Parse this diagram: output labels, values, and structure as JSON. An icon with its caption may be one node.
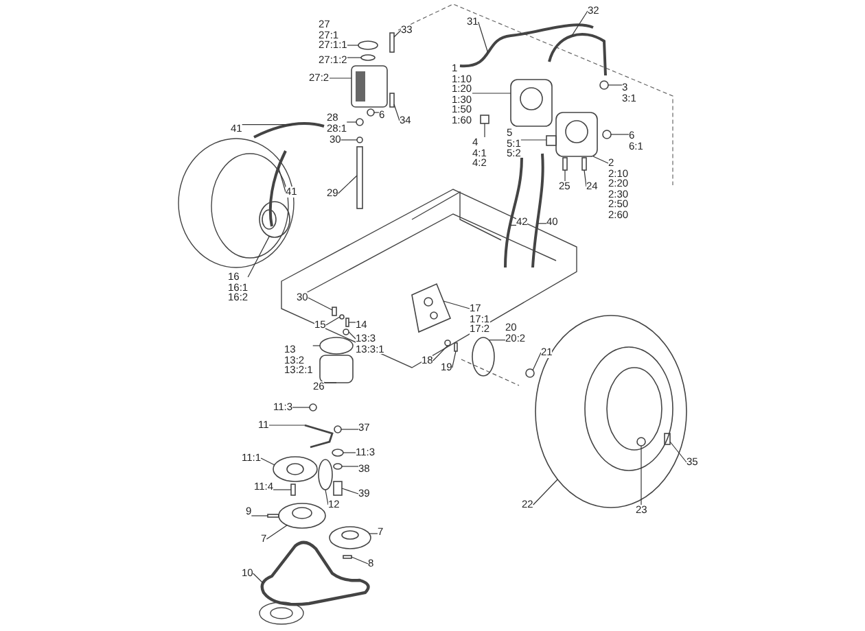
{
  "diagram": {
    "nodes": [
      {
        "text": [
          "27",
          "27:1",
          "27:1:1"
        ]
      },
      {
        "text": [
          "27:1:2"
        ]
      },
      {
        "text": [
          "27:2"
        ]
      },
      {
        "text": [
          "33"
        ]
      },
      {
        "text": [
          "6"
        ]
      },
      {
        "text": [
          "34"
        ]
      },
      {
        "text": [
          "28",
          "28:1"
        ]
      },
      {
        "text": [
          "30"
        ]
      },
      {
        "text": [
          "29"
        ]
      },
      {
        "text": [
          "41"
        ]
      },
      {
        "text": [
          "41"
        ]
      },
      {
        "text": [
          "31"
        ]
      },
      {
        "text": [
          "32"
        ]
      },
      {
        "text": [
          "1",
          "1:10",
          "1:20",
          "1:30",
          "1:50",
          "1:60"
        ]
      },
      {
        "text": [
          "4",
          "4:1",
          "4:2"
        ]
      },
      {
        "text": [
          "5",
          "5:1",
          "5:2"
        ]
      },
      {
        "text": [
          "3",
          "3:1"
        ]
      },
      {
        "text": [
          "6",
          "6:1"
        ]
      },
      {
        "text": [
          "2",
          "2:10",
          "2:20",
          "2:30",
          "2:50",
          "2:60"
        ]
      },
      {
        "text": [
          "25"
        ]
      },
      {
        "text": [
          "24"
        ]
      },
      {
        "text": [
          "42"
        ]
      },
      {
        "text": [
          "40"
        ]
      },
      {
        "text": [
          "16",
          "16:1",
          "16:2"
        ]
      },
      {
        "text": [
          "30"
        ]
      },
      {
        "text": [
          "15"
        ]
      },
      {
        "text": [
          "14"
        ]
      },
      {
        "text": [
          "13:3",
          "13:3:1"
        ]
      },
      {
        "text": [
          "13",
          "13:2",
          "13:2:1"
        ]
      },
      {
        "text": [
          "26"
        ]
      },
      {
        "text": [
          "17",
          "17:1",
          "17:2"
        ]
      },
      {
        "text": [
          "20",
          "20:2"
        ]
      },
      {
        "text": [
          "18"
        ]
      },
      {
        "text": [
          "19"
        ]
      },
      {
        "text": [
          "21"
        ]
      },
      {
        "text": [
          "22"
        ]
      },
      {
        "text": [
          "23"
        ]
      },
      {
        "text": [
          "35"
        ]
      },
      {
        "text": [
          "11:3"
        ]
      },
      {
        "text": [
          "11"
        ]
      },
      {
        "text": [
          "37"
        ]
      },
      {
        "text": [
          "11:3"
        ]
      },
      {
        "text": [
          "11:1"
        ]
      },
      {
        "text": [
          "38"
        ]
      },
      {
        "text": [
          "11:4"
        ]
      },
      {
        "text": [
          "12"
        ]
      },
      {
        "text": [
          "39"
        ]
      },
      {
        "text": [
          "9"
        ]
      },
      {
        "text": [
          "7"
        ]
      },
      {
        "text": [
          "7"
        ]
      },
      {
        "text": [
          "8"
        ]
      },
      {
        "text": [
          "10"
        ]
      },
      {
        "text": [],
        "shape": "circle"
      },
      {
        "text": [],
        "shape": "circle"
      },
      {
        "text": [],
        "shape": "picture"
      },
      {
        "text": [],
        "shape": "box"
      },
      {
        "text": [],
        "shape": "circle"
      },
      {
        "text": [],
        "shape": "box"
      },
      {
        "text": [],
        "shape": "circle"
      },
      {
        "text": [],
        "shape": "circle"
      },
      {
        "text": [],
        "shape": "box"
      },
      {
        "text": [],
        "shape": "picture"
      },
      {
        "text": [],
        "shape": "picture"
      },
      {
        "text": [],
        "shape": "picture"
      },
      {
        "text": [],
        "shape": "picture"
      },
      {
        "text": [],
        "shape": "picture"
      },
      {
        "text": [],
        "shape": "box"
      },
      {
        "text": [],
        "shape": "box"
      },
      {
        "text": [],
        "shape": "circle"
      },
      {
        "text": [],
        "shape": "circle"
      },
      {
        "text": [],
        "shape": "picture"
      },
      {
        "text": [],
        "shape": "box"
      },
      {
        "text": [],
        "shape": "box"
      },
      {
        "text": [],
        "shape": "picture"
      },
      {
        "text": [],
        "shape": "picture"
      },
      {
        "text": [],
        "shape": "picture"
      },
      {
        "text": [],
        "shape": "box"
      },
      {
        "text": [],
        "shape": "circle"
      },
      {
        "text": [],
        "shape": "box"
      },
      {
        "text": [],
        "shape": "circle"
      },
      {
        "text": [],
        "shape": "circle"
      },
      {
        "text": [],
        "shape": "box"
      },
      {
        "text": [],
        "shape": "picture"
      },
      {
        "text": [],
        "shape": "circle"
      },
      {
        "text": [],
        "shape": "circle"
      },
      {
        "text": [],
        "shape": "box"
      },
      {
        "text": [],
        "shape": "circle"
      },
      {
        "text": [],
        "shape": "picture"
      },
      {
        "text": [],
        "shape": "circle",
        "in": 87
      },
      {
        "text": [],
        "shape": "box",
        "in": 87
      },
      {
        "text": [],
        "shape": "circle"
      },
      {
        "text": [],
        "shape": "picture"
      },
      {
        "text": [],
        "shape": "circle"
      },
      {
        "text": [],
        "shape": "circle"
      },
      {
        "text": [],
        "shape": "picture"
      },
      {
        "text": [],
        "shape": "circle"
      },
      {
        "text": [],
        "shape": "box"
      },
      {
        "text": [],
        "shape": "circle"
      },
      {
        "text": [],
        "shape": "box"
      },
      {
        "text": [],
        "shape": "box"
      },
      {
        "text": [],
        "shape": "picture"
      },
      {
        "text": [],
        "shape": "picture"
      },
      {
        "text": [],
        "shape": "box"
      },
      {
        "text": [],
        "shape": "picture"
      }
    ],
    "edges": [
      {
        "from": 0,
        "to": 52,
        "arrow": "none"
      },
      {
        "from": 1,
        "to": 53,
        "arrow": "none"
      },
      {
        "from": 2,
        "to": 54,
        "arrow": "none"
      },
      {
        "from": 3,
        "to": 55,
        "arrow": "none"
      },
      {
        "from": 4,
        "to": 56,
        "arrow": "none"
      },
      {
        "from": 5,
        "to": 57,
        "arrow": "none"
      },
      {
        "from": 6,
        "to": 58,
        "arrow": "none"
      },
      {
        "from": 7,
        "to": 59,
        "arrow": "none"
      },
      {
        "from": 8,
        "to": 60,
        "arrow": "none"
      },
      {
        "from": 9,
        "to": 61,
        "arrow": "none"
      },
      {
        "from": 10,
        "to": 62,
        "arrow": "none"
      },
      {
        "from": 11,
        "to": 63,
        "arrow": "none"
      },
      {
        "from": 12,
        "to": 64,
        "arrow": "none"
      },
      {
        "from": 13,
        "to": 65,
        "arrow": "none"
      },
      {
        "from": 14,
        "to": 66,
        "arrow": "none"
      },
      {
        "from": 15,
        "to": 67,
        "arrow": "none"
      },
      {
        "from": 16,
        "to": 68,
        "arrow": "none"
      },
      {
        "from": 17,
        "to": 69,
        "arrow": "none"
      },
      {
        "from": 18,
        "to": 70,
        "arrow": "none"
      },
      {
        "from": 19,
        "to": 71,
        "arrow": "none"
      },
      {
        "from": 20,
        "to": 72,
        "arrow": "none"
      },
      {
        "from": 21,
        "to": 73,
        "arrow": "none"
      },
      {
        "from": 22,
        "to": 74,
        "arrow": "none"
      },
      {
        "from": 23,
        "to": 75,
        "arrow": "none"
      },
      {
        "from": 24,
        "to": 76,
        "arrow": "none"
      },
      {
        "from": 25,
        "to": 77,
        "arrow": "none"
      },
      {
        "from": 26,
        "to": 78,
        "arrow": "none"
      },
      {
        "from": 27,
        "to": 79,
        "arrow": "none"
      },
      {
        "from": 28,
        "to": 80,
        "arrow": "none"
      },
      {
        "from": 29,
        "to": 81,
        "arrow": "none"
      },
      {
        "from": 30,
        "to": 82,
        "arrow": "none"
      },
      {
        "from": 31,
        "to": 83,
        "arrow": "none"
      },
      {
        "from": 32,
        "to": 84,
        "arrow": "none"
      },
      {
        "from": 33,
        "to": 85,
        "arrow": "none"
      },
      {
        "from": 34,
        "to": 86,
        "arrow": "none"
      },
      {
        "from": 35,
        "to": 87,
        "arrow": "none"
      },
      {
        "from": 36,
        "to": 88,
        "arrow": "none"
      },
      {
        "from": 37,
        "to": 89,
        "arrow": "none"
      },
      {
        "from": 38,
        "to": 90,
        "arrow": "none"
      },
      {
        "from": 39,
        "to": 91,
        "arrow": "none"
      },
      {
        "from": 40,
        "to": 92,
        "arrow": "none"
      },
      {
        "from": 41,
        "to": 93,
        "arrow": "none"
      },
      {
        "from": 42,
        "to": 94,
        "arrow": "none"
      },
      {
        "from": 43,
        "to": 95,
        "arrow": "none"
      },
      {
        "from": 44,
        "to": 96,
        "arrow": "none"
      },
      {
        "from": 45,
        "to": 97,
        "arrow": "none"
      },
      {
        "from": 46,
        "to": 98,
        "arrow": "none"
      },
      {
        "from": 47,
        "to": 99,
        "arrow": "none"
      },
      {
        "from": 48,
        "to": 100,
        "arrow": "none"
      },
      {
        "from": 49,
        "to": 101,
        "arrow": "none"
      },
      {
        "from": 50,
        "to": 102,
        "arrow": "none"
      },
      {
        "from": 51,
        "to": 103,
        "arrow": "none"
      }
    ]
  }
}
